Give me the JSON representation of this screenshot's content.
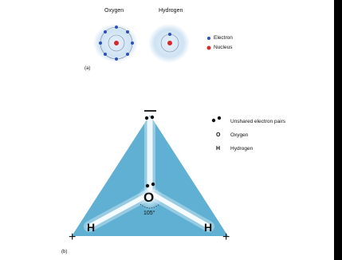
{
  "panel_a": {
    "label": "(a)",
    "atoms": [
      {
        "name": "Oxygen"
      },
      {
        "name": "Hydrogen"
      }
    ],
    "legend": {
      "electron_label": "Electron",
      "nucleus_label": "Nucleus"
    }
  },
  "panel_b": {
    "label": "(b)",
    "oxygen_symbol": "O",
    "hydrogen_symbol": "H",
    "angle_label": "105°",
    "minus_sign": "−",
    "plus_sign": "+",
    "legend": {
      "pairs_label": "Unshared electron pairs",
      "oxygen_key": "O",
      "oxygen_label": "Oxygen",
      "hydrogen_key": "H",
      "hydrogen_label": "Hydrogen"
    }
  },
  "colors": {
    "electron": "#2e4fb3",
    "nucleus": "#d42a2a",
    "cloud": "#cfe3f3",
    "triangle": "#5fb0d3",
    "bond_glow": "#ffffff"
  }
}
